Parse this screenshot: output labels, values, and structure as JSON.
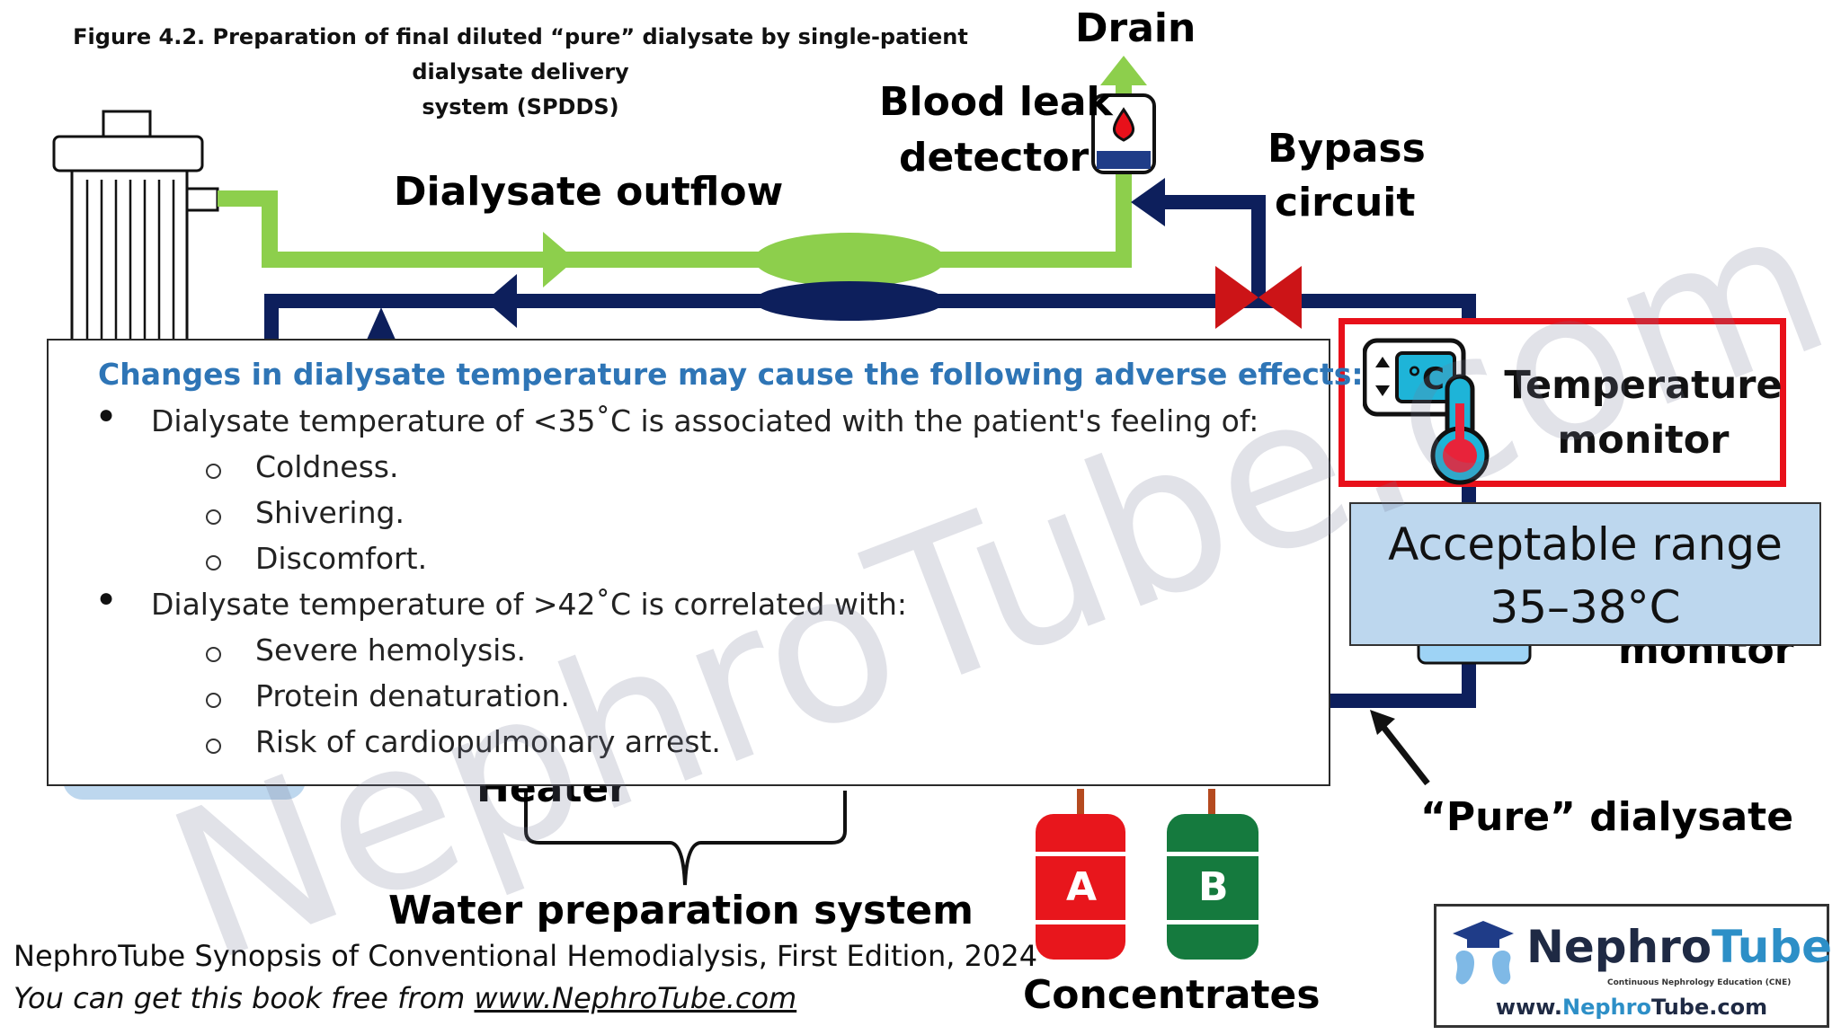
{
  "caption": {
    "line1": "Figure 4.2. Preparation of final diluted “pure” dialysate by single-patient dialysate delivery",
    "line2": "system (SPDDS)"
  },
  "labels": {
    "drain": "Drain",
    "blood_leak_1": "Blood leak",
    "blood_leak_2": "detector",
    "bypass_1": "Bypass",
    "bypass_2": "circuit",
    "dialysate_outflow": "Dialysate outflow",
    "heater": "Heater",
    "water_preparation": "Water preparation system",
    "concentrates": "Concentrates",
    "concentrate_a": "A",
    "concentrate_b": "B",
    "pure_dialysate": "“Pure” dialysate",
    "monitor_partial": "monitor"
  },
  "popup": {
    "title": "Changes in dialysate temperature may cause the following adverse effects:",
    "bullet1": "Dialysate temperature of <35˚C is associated with the patient's feeling of:",
    "bullet1_items": [
      "Coldness.",
      "Shivering.",
      "Discomfort."
    ],
    "bullet2": "Dialysate temperature of >42˚C is correlated with:",
    "bullet2_items": [
      "Severe hemolysis.",
      "Protein denaturation.",
      "Risk of cardiopulmonary arrest."
    ]
  },
  "temperature_monitor": {
    "line1": "Temperature",
    "line2": "monitor",
    "icon_text": "°C"
  },
  "acceptable_range": {
    "line1": "Acceptable range",
    "line2": "35–38°C"
  },
  "footer": {
    "line1": "NephroTube Synopsis of Conventional Hemodialysis, First Edition, 2024",
    "line2_prefix": "You can get this book free from ",
    "line2_link": "www.NephroTube.com"
  },
  "logo": {
    "name_part1": "Nephro",
    "name_part2": "Tube",
    "tagline": "Continuous Nephrology Education (CNE)",
    "url_part1": "www.",
    "url_part2": "Nephro",
    "url_part3": "Tube",
    "url_part4": ".com"
  },
  "watermark": "NephroTube.com",
  "colors": {
    "outflow_green": "#8dcf4c",
    "inflow_navy": "#0d1f5c",
    "valve_red": "#cc1417",
    "highlight_red": "#e8101a",
    "title_blue": "#2e75b6",
    "range_fill": "#bdd7ee",
    "concentrate_a": "#e8161c",
    "concentrate_b": "#157a3e"
  }
}
